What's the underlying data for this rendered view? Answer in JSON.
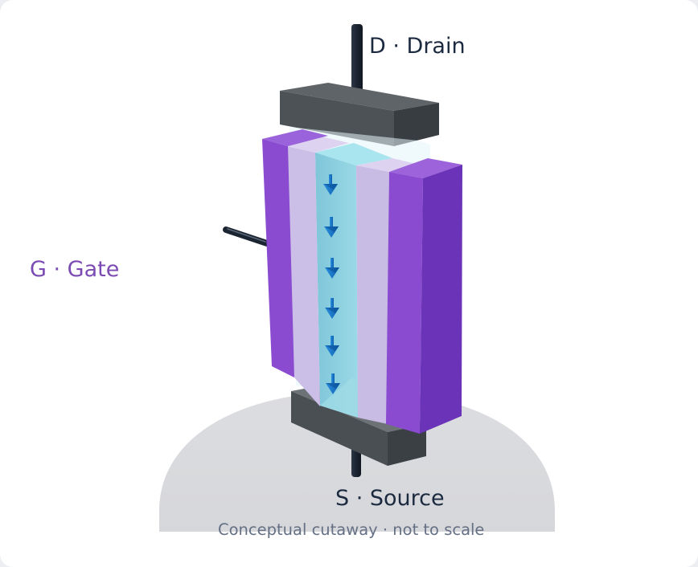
{
  "labels": {
    "drain": "D · Drain",
    "gate": "G · Gate",
    "source": "S · Source",
    "note": "Conceptual cutaway · not to scale"
  },
  "colors": {
    "gate_front": "#8a4bd0",
    "gate_side": "#6b33b8",
    "oxide": "#c9bde6",
    "channel": "#8ad0e0",
    "contact": "#4d5257",
    "lead": "#1b2431",
    "arrow": "#1574c8",
    "ground": "#d9dadd"
  },
  "icons": {
    "current_arrow": "arrow-down-icon"
  }
}
